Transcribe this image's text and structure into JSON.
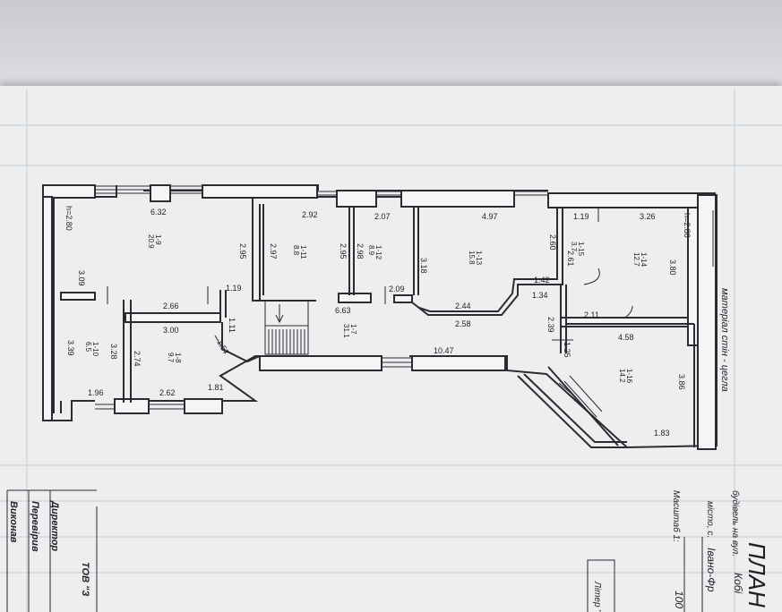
{
  "plan": {
    "title": "ПЛАН Б",
    "height_labels": [
      "h=2.80",
      "h=2.80"
    ],
    "material": "матеріал стін - цегла",
    "rooms": [
      {
        "num": "1-9",
        "area": "20.9"
      },
      {
        "num": "1-11",
        "area": "8.8"
      },
      {
        "num": "1-12",
        "area": "8.9"
      },
      {
        "num": "1-13",
        "area": "15.8"
      },
      {
        "num": "1-15",
        "area": "3.7"
      },
      {
        "num": "1-14",
        "area": "12.7"
      },
      {
        "num": "1-10",
        "area": "6.5"
      },
      {
        "num": "1-8",
        "area": "9.7"
      },
      {
        "num": "1-7",
        "area": "31.1"
      },
      {
        "num": "1-16",
        "area": "14.2"
      }
    ],
    "dimensions": {
      "d632": "6.32",
      "d292": "2.92",
      "d207": "2.07",
      "d497": "4.97",
      "d119a": "1.19",
      "d326": "3.26",
      "d309": "3.09",
      "d295a": "2.95",
      "d297": "2.97",
      "d295b": "2.95",
      "d298": "2.98",
      "d318": "3.18",
      "d260": "2.60",
      "d261": "2.61",
      "d380": "3.80",
      "d142": "1.42",
      "d134": "1.34",
      "d209": "2.09",
      "d244": "2.44",
      "d258": "2.58",
      "d663": "6.63",
      "d119b": "1.19",
      "d266": "2.66",
      "d111": "1.11",
      "d300": "3.00",
      "d157": "1.57",
      "d339": "3.39",
      "d328": "3.28",
      "d274": "2.74",
      "d1047": "10.47",
      "d211": "2.11",
      "d239": "2.39",
      "d458": "4.58",
      "d125": "1.25",
      "d386": "3.86",
      "d196": "1.96",
      "d262": "2.62",
      "d181": "1.81",
      "d183": "1.83"
    }
  },
  "title_block": {
    "address_label": "будівель на вул.",
    "address_value": "Кобі",
    "city_label": "місто, с.",
    "city_value": "Івано-Фр",
    "scale_label": "Масштаб 1:",
    "scale_value": "100",
    "liter_label": "Літер \"",
    "roles": [
      "Директор",
      "Перевірив",
      "Виконав"
    ],
    "company": "ТОВ \"З"
  }
}
